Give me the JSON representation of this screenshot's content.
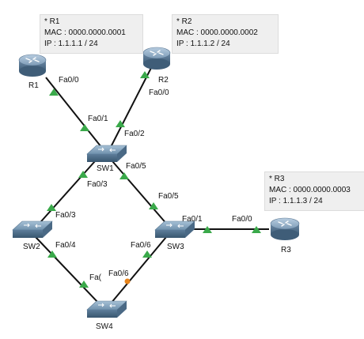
{
  "notes": {
    "r1": {
      "title": "* R1",
      "mac": "MAC : 0000.0000.0001",
      "ip": "IP : 1.1.1.1 / 24"
    },
    "r2": {
      "title": "* R2",
      "mac": "MAC : 0000.0000.0002",
      "ip": "IP : 1.1.1.2 / 24"
    },
    "r3": {
      "title": "* R3",
      "mac": "MAC : 0000.0000.0003",
      "ip": "IP : 1.1.1.3 / 24"
    }
  },
  "devices": {
    "r1": "R1",
    "r2": "R2",
    "r3": "R3",
    "sw1": "SW1",
    "sw2": "SW2",
    "sw3": "SW3",
    "sw4": "SW4"
  },
  "ports": {
    "r1_fa0_0": "Fa0/0",
    "sw1_fa0_1": "Fa0/1",
    "r2_fa0_0": "Fa0/0",
    "sw1_fa0_2": "Fa0/2",
    "sw1_fa0_5": "Fa0/5",
    "sw1_fa0_3": "Fa0/3",
    "sw2_fa0_3": "Fa0/3",
    "sw3_fa0_5": "Fa0/5",
    "sw3_fa0_1": "Fa0/1",
    "r3_fa0_0": "Fa0/0",
    "sw2_fa0_4": "Fa0/4",
    "sw3_fa0_6": "Fa0/6",
    "sw4_fa0_4": "Fa(",
    "sw4_fa0_6": "Fa0/6"
  },
  "colors": {
    "link": "#111111",
    "link_up": "#3aa94a",
    "link_blocking": "#e8841b",
    "router_body": "#6e8ea8",
    "switch_body": "#5e86a6",
    "note_bg": "#efefef"
  },
  "icons": {
    "router": "router-icon",
    "switch": "switch-icon",
    "up_indicator": "triangle-up-indicator",
    "blocking_indicator": "orange-dot-indicator"
  }
}
